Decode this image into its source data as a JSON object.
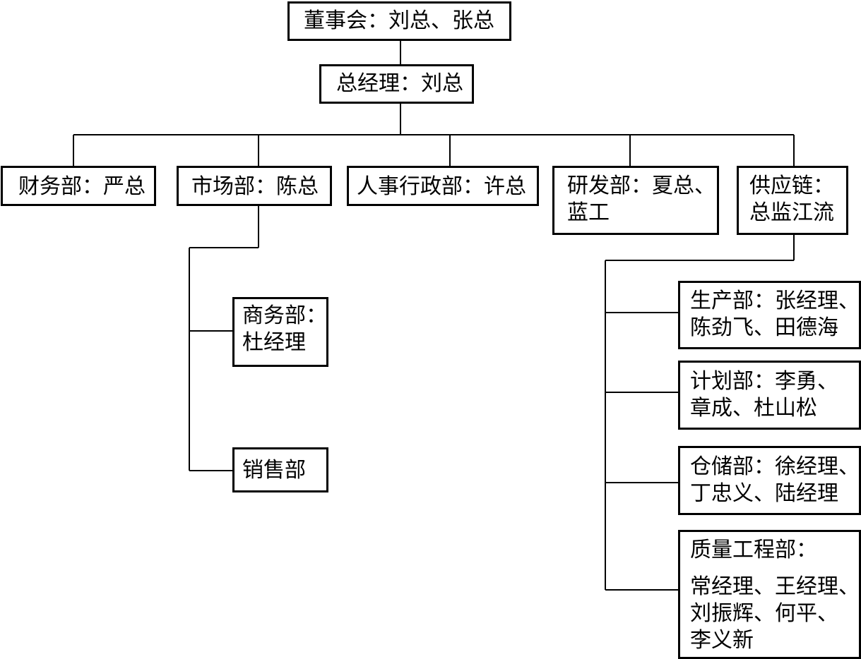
{
  "board": {
    "label": "董事会：刘总、张总"
  },
  "general_manager": {
    "label": "总经理：刘总"
  },
  "departments": {
    "finance": {
      "lines": [
        "财务部：严总"
      ]
    },
    "marketing": {
      "lines": [
        "市场部：陈总"
      ]
    },
    "hr_admin": {
      "lines": [
        "人事行政部：许总"
      ]
    },
    "rnd": {
      "lines": [
        "研发部：夏总、",
        "蓝工"
      ]
    },
    "supply_chain": {
      "lines": [
        "供应链：",
        "总监江流"
      ]
    }
  },
  "marketing_units": {
    "business": {
      "lines": [
        "商务部：",
        "杜经理"
      ]
    },
    "sales": {
      "lines": [
        "销售部"
      ]
    }
  },
  "supply_units": {
    "production": {
      "lines": [
        "生产部：张经理、",
        "陈劲飞、田德海"
      ]
    },
    "planning": {
      "lines": [
        "计划部：李勇、",
        "章成、杜山松"
      ]
    },
    "warehouse": {
      "lines": [
        "仓储部：徐经理、",
        "丁忠义、陆经理"
      ]
    },
    "quality": {
      "lines": [
        "质量工程部：",
        "常经理、王经理、",
        "刘振辉、何平、",
        "李义新"
      ]
    }
  }
}
